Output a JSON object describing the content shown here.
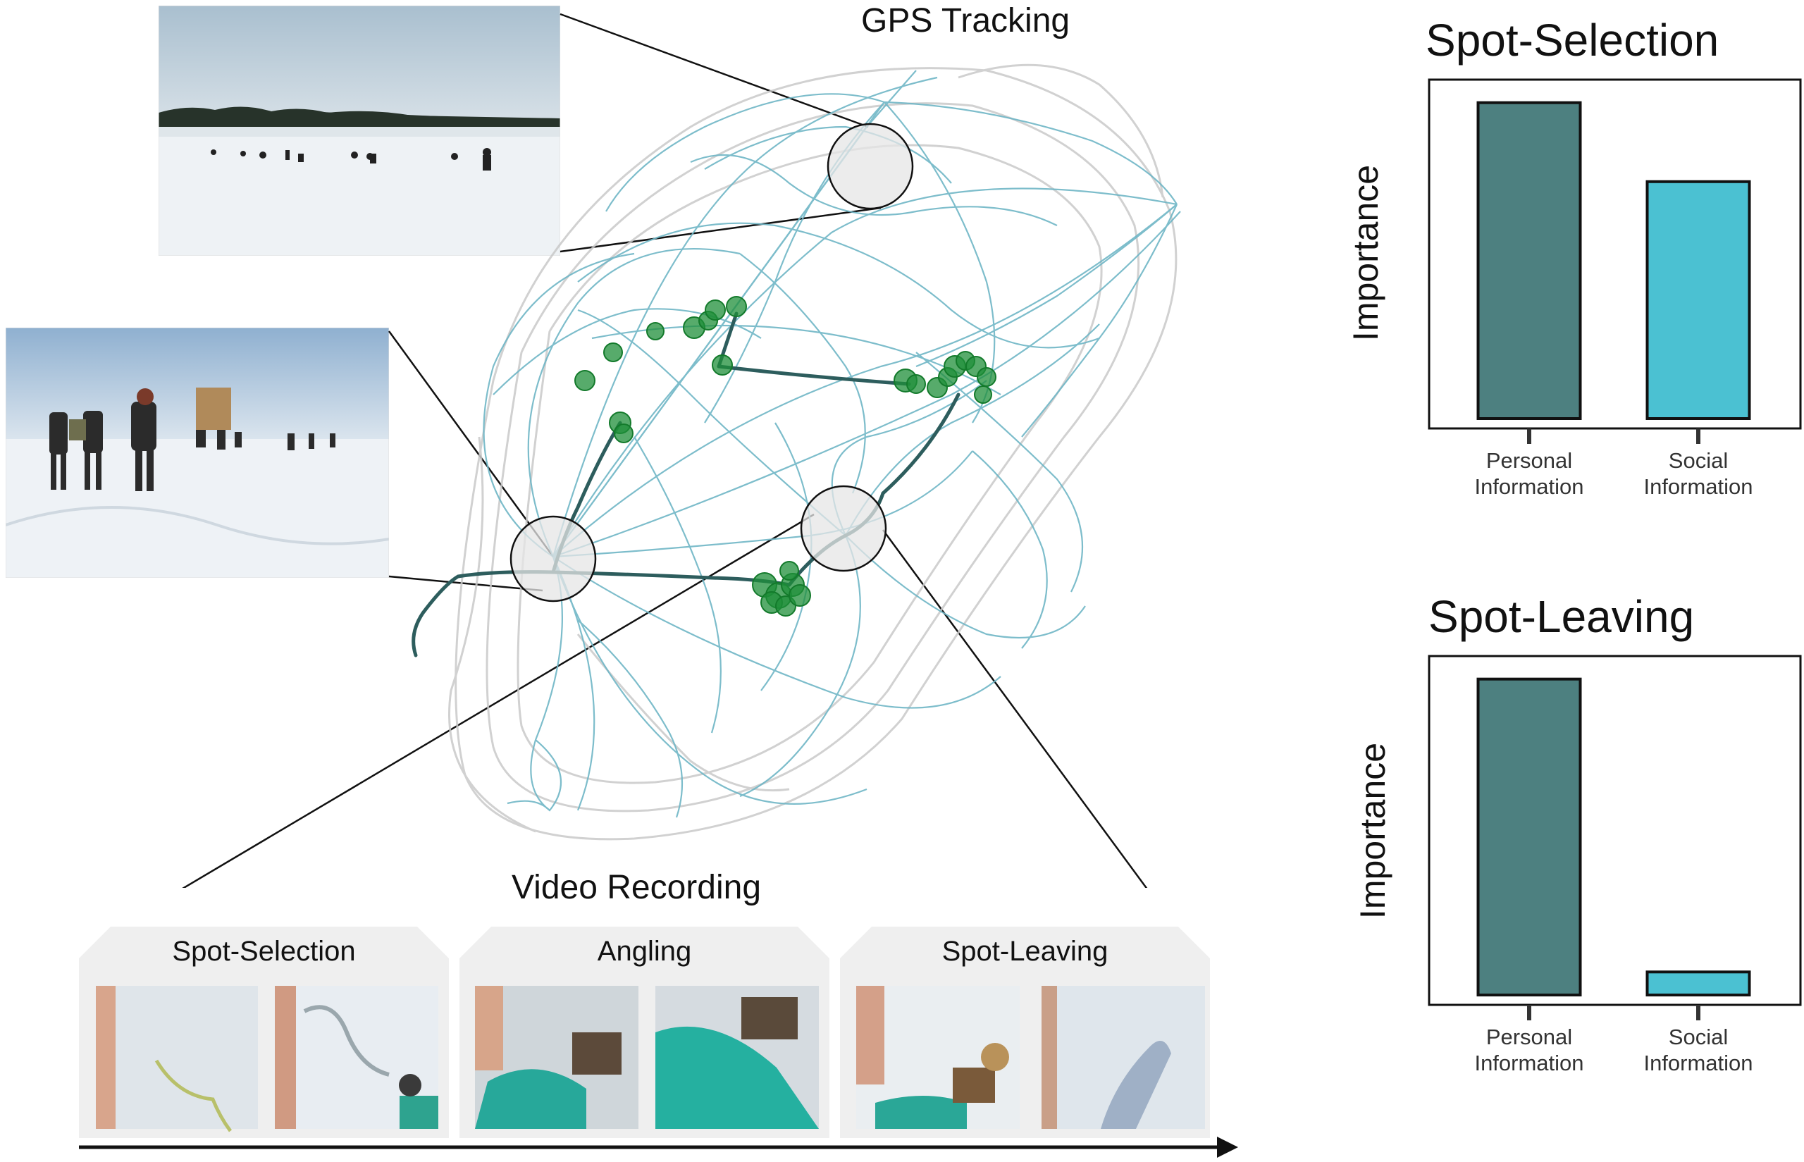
{
  "gps": {
    "title": "GPS Tracking"
  },
  "video": {
    "title": "Video Recording",
    "phases": [
      {
        "label": "Spot-Selection"
      },
      {
        "label": "Angling"
      },
      {
        "label": "Spot-Leaving"
      }
    ]
  },
  "colors": {
    "track": "#6fb6c6",
    "track_gray": "#c9c9c9",
    "path": "#2d5d5d",
    "stop": "#1f8f3a",
    "personal": "#4d8080",
    "social": "#4bc1d2"
  },
  "chart_data": [
    {
      "type": "bar",
      "title": "Spot-Selection",
      "ylabel": "Importance",
      "categories": [
        "Personal\nInformation",
        "Social\nInformation"
      ],
      "category_lines": [
        [
          "Personal",
          "Information"
        ],
        [
          "Social",
          "Information"
        ]
      ],
      "values": [
        0.96,
        0.72
      ],
      "ylim": [
        0,
        1
      ],
      "colors": [
        "#4d8080",
        "#4bc1d2"
      ]
    },
    {
      "type": "bar",
      "title": "Spot-Leaving",
      "ylabel": "Importance",
      "categories": [
        "Personal\nInformation",
        "Social\nInformation"
      ],
      "category_lines": [
        [
          "Personal",
          "Information"
        ],
        [
          "Social",
          "Information"
        ]
      ],
      "values": [
        0.96,
        0.07
      ],
      "ylim": [
        0,
        1
      ],
      "colors": [
        "#4d8080",
        "#4bc1d2"
      ]
    }
  ]
}
